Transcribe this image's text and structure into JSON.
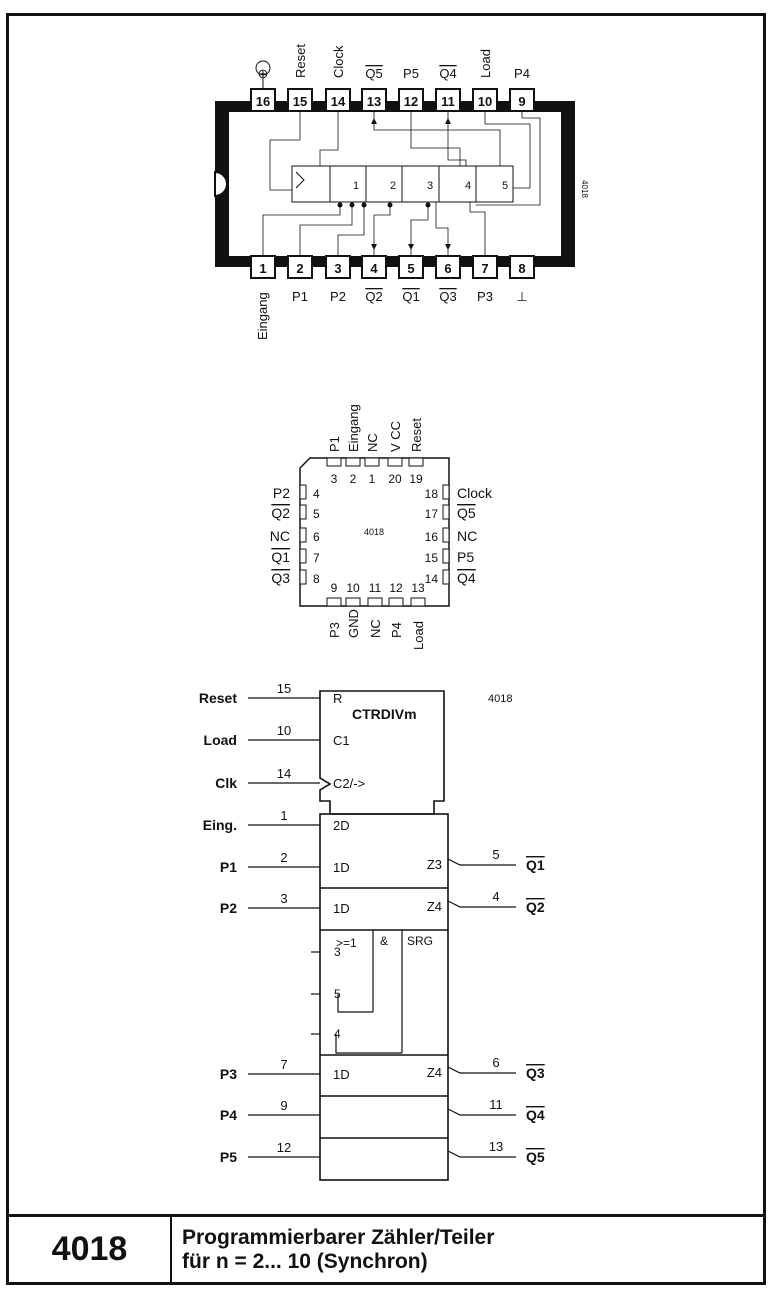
{
  "footer": {
    "ic_number": "4018",
    "title_line1": "Programmierbarer Zähler/Teiler",
    "title_line2": "für n = 2... 10 (Synchron)"
  },
  "dip": {
    "top_pin_numbers": [
      "16",
      "15",
      "14",
      "13",
      "12",
      "11",
      "10",
      "9"
    ],
    "top_pin_labels": [
      "⊕",
      "Reset",
      "Clock",
      "Q5",
      "P5",
      "Q4",
      "Load",
      "P4"
    ],
    "top_pin_overlined": [
      false,
      false,
      false,
      true,
      false,
      true,
      false,
      false
    ],
    "bottom_pin_numbers": [
      "1",
      "2",
      "3",
      "4",
      "5",
      "6",
      "7",
      "8"
    ],
    "bottom_pin_labels": [
      "Eingang",
      "P1",
      "P2",
      "Q2",
      "Q1",
      "Q3",
      "P3",
      "⊥"
    ],
    "bottom_pin_overlined": [
      false,
      false,
      false,
      true,
      true,
      true,
      false,
      false
    ],
    "stage_labels": [
      "1",
      "2",
      "3",
      "4",
      "5"
    ],
    "side_mark": "4018"
  },
  "plcc": {
    "center_label": "4018",
    "top_pins": [
      {
        "num": "3",
        "label": "P1",
        "ol": false
      },
      {
        "num": "2",
        "label": "Eingang",
        "ol": false
      },
      {
        "num": "1",
        "label": "NC",
        "ol": false
      },
      {
        "num": "20",
        "label": "V CC",
        "ol": false
      },
      {
        "num": "19",
        "label": "Reset",
        "ol": false
      }
    ],
    "left_pins": [
      {
        "num": "4",
        "label": "P2",
        "ol": false
      },
      {
        "num": "5",
        "label": "Q2",
        "ol": true
      },
      {
        "num": "6",
        "label": "NC",
        "ol": false
      },
      {
        "num": "7",
        "label": "Q1",
        "ol": true
      },
      {
        "num": "8",
        "label": "Q3",
        "ol": true
      }
    ],
    "right_pins": [
      {
        "num": "18",
        "label": "Clock",
        "ol": false
      },
      {
        "num": "17",
        "label": "Q5",
        "ol": true
      },
      {
        "num": "16",
        "label": "NC",
        "ol": false
      },
      {
        "num": "15",
        "label": "P5",
        "ol": false
      },
      {
        "num": "14",
        "label": "Q4",
        "ol": true
      }
    ],
    "bottom_pins": [
      {
        "num": "9",
        "label": "P3",
        "ol": false
      },
      {
        "num": "10",
        "label": "GND",
        "ol": false
      },
      {
        "num": "11",
        "label": "NC",
        "ol": false
      },
      {
        "num": "12",
        "label": "P4",
        "ol": false
      },
      {
        "num": "13",
        "label": "Load",
        "ol": false
      }
    ]
  },
  "logic": {
    "ic_label": "4018",
    "block_title": "CTRDIVm",
    "inputs": [
      {
        "name": "Reset",
        "pin": "15",
        "func": "R"
      },
      {
        "name": "Load",
        "pin": "10",
        "func": "C1"
      },
      {
        "name": "Clk",
        "pin": "14",
        "func": "C2/->"
      },
      {
        "name": "Eing.",
        "pin": "1",
        "func": "2D"
      },
      {
        "name": "P1",
        "pin": "2",
        "func": "1D"
      },
      {
        "name": "P2",
        "pin": "3",
        "func": "1D"
      },
      {
        "name": "P3",
        "pin": "7",
        "func": "1D"
      },
      {
        "name": "P4",
        "pin": "9",
        "func": ""
      },
      {
        "name": "P5",
        "pin": "12",
        "func": ""
      }
    ],
    "outputs": [
      {
        "name": "Q1",
        "pin": "5",
        "func": "Z3"
      },
      {
        "name": "Q2",
        "pin": "4",
        "func": "Z4"
      },
      {
        "name": "Q3",
        "pin": "6",
        "func": "Z4"
      },
      {
        "name": "Q4",
        "pin": "11",
        "func": ""
      },
      {
        "name": "Q5",
        "pin": "13",
        "func": ""
      }
    ],
    "gate": {
      "or_label": ">=1",
      "and_label": "&",
      "srg_label": "SRG",
      "or_inputs": [
        "3",
        "5",
        "4"
      ]
    }
  }
}
